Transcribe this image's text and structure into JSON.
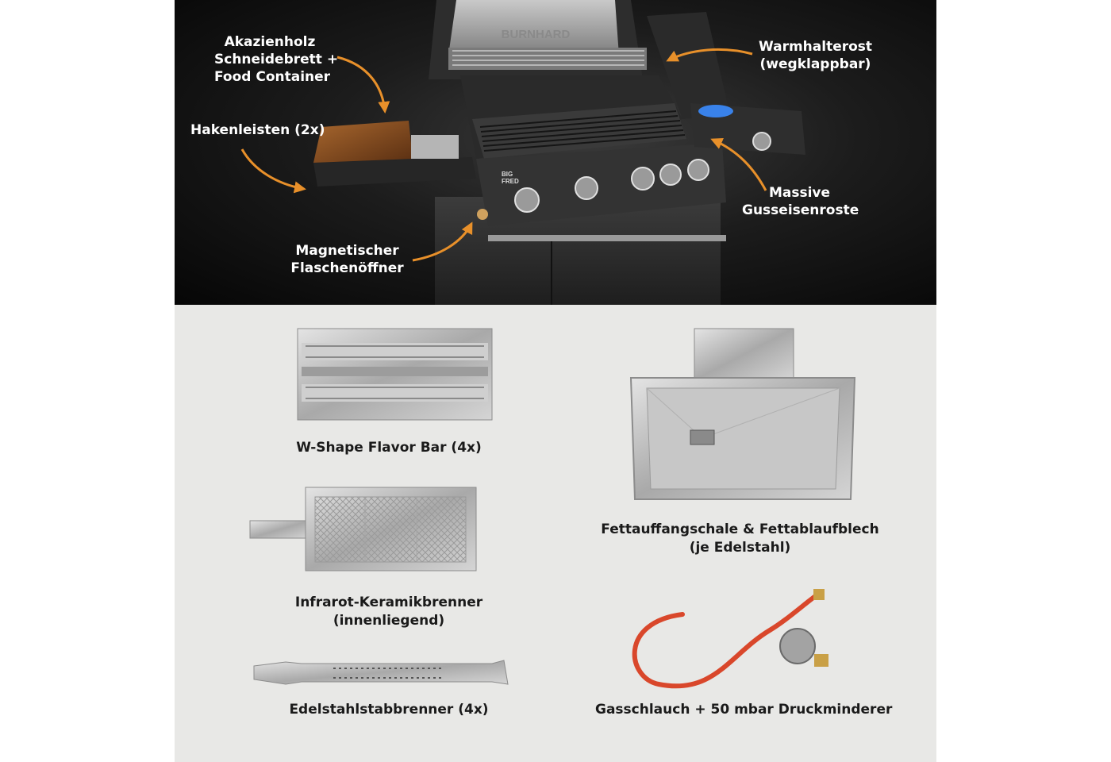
{
  "callouts": {
    "akazienholz": [
      "Akazienholz",
      "Schneidebrett +",
      "Food Container"
    ],
    "hakenleisten": "Hakenleisten (2x)",
    "flaschenoeffner": [
      "Magnetischer",
      "Flaschenöffner"
    ],
    "warmhalterost": [
      "Warmhalterost",
      "(wegklappbar)"
    ],
    "gusseisenroste": [
      "Massive",
      "Gusseisenroste"
    ]
  },
  "grill": {
    "lid_brand": "BURNHARD",
    "panel_badge": [
      "BIG",
      "FRED"
    ]
  },
  "parts": {
    "flavor_bar": "W-Shape Flavor Bar (4x)",
    "fettauffangschale": [
      "Fettauffangschale & Fettablaufblech",
      "(je Edelstahl)"
    ],
    "infrarot": [
      "Infrarot-Keramikbrenner",
      "(innenliegend)"
    ],
    "stabbrenner": "Edelstahlstabbrenner (4x)",
    "gasschlauch": "Gasschlauch + 50 mbar Druckminderer"
  },
  "colors": {
    "accent_arrow": "#e8902a",
    "top_background": "#111111",
    "bottom_background": "#e8e8e6",
    "hose_red": "#d9472b",
    "flame_blue": "#3b8cff",
    "glow_orange": "#ff9a2e"
  }
}
